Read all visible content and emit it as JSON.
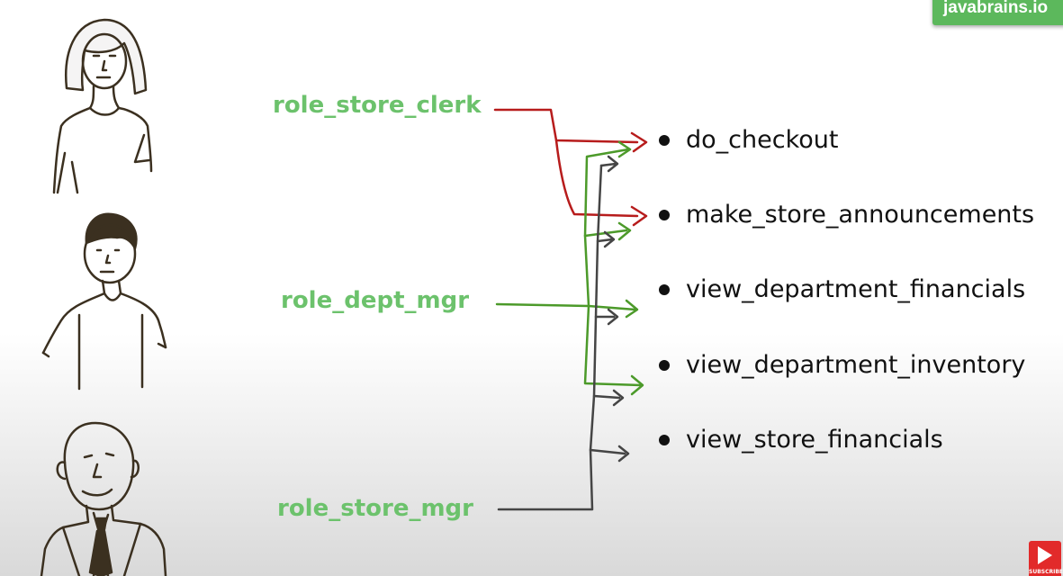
{
  "brand": {
    "label": "javabrains.io"
  },
  "roles": [
    {
      "id": "store_clerk",
      "label": "role_store_clerk"
    },
    {
      "id": "dept_mgr",
      "label": "role_dept_mgr"
    },
    {
      "id": "store_mgr",
      "label": "role_store_mgr"
    }
  ],
  "permissions": [
    {
      "label": "do_checkout"
    },
    {
      "label": "make_store_announcements"
    },
    {
      "label": "view_department_financials"
    },
    {
      "label": "view_department_inventory"
    },
    {
      "label": "view_store_financials"
    }
  ],
  "colors": {
    "role_text": "#6cc26c",
    "store_clerk_arrows": "#b71c1c",
    "dept_mgr_arrows": "#4c9a2a",
    "store_mgr_arrows": "#454545",
    "brand_bg": "#5cb85c"
  },
  "subscribe": {
    "label": "SUBSCRIBE",
    "icon": "play-icon"
  }
}
